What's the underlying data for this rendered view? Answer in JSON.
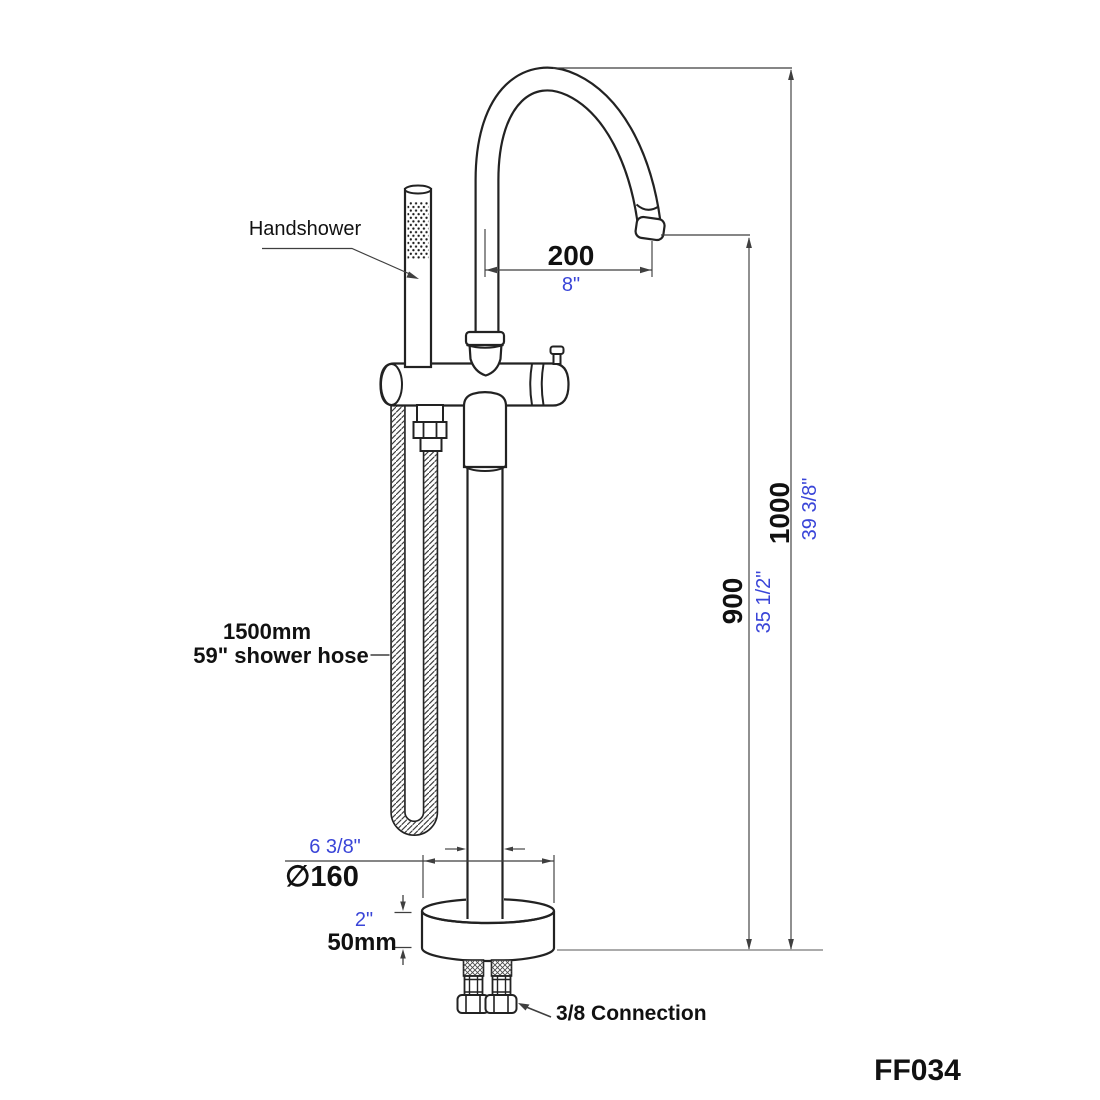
{
  "drawing": {
    "model": "FF034",
    "labels": {
      "handshower": "Handshower",
      "hose_line1": "1500mm",
      "hose_line2": "59\" shower hose",
      "connection": "3/8 Connection"
    },
    "dims": {
      "spout_reach_mm": "200",
      "spout_reach_in": "8\"",
      "outlet_height_mm": "900",
      "outlet_height_in": "35 1/2\"",
      "total_height_mm": "1000",
      "total_height_in": "39 3/8\"",
      "base_diameter_in": "6 3/8\"",
      "base_diameter_mm": "∅160",
      "base_height_in": "2\"",
      "base_height_mm": "50mm"
    },
    "colors": {
      "line": "#222222",
      "dimension_line": "#3f3f3f",
      "metric_text": "#111111",
      "inch_text": "#3a45d8"
    }
  }
}
